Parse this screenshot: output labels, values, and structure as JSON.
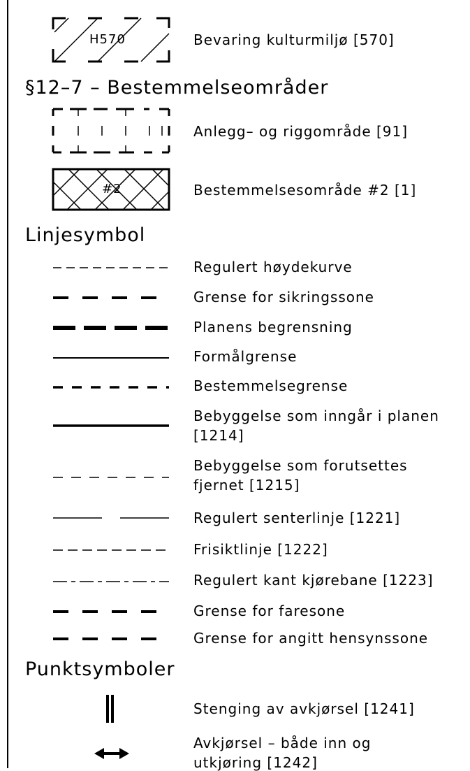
{
  "zones": {
    "bevaring": {
      "code": "H570",
      "label": "Bevaring kulturmiljø [570]"
    }
  },
  "section_12_7": {
    "heading": "§12–7 – Bestemmelseområder",
    "items": [
      {
        "label": "Anlegg– og riggområde [91]"
      },
      {
        "code": "#2",
        "label": "Bestemmelsesområde #2 [1]"
      }
    ]
  },
  "linjesymbol": {
    "heading": "Linjesymbol",
    "items": [
      {
        "label": "Regulert høydekurve"
      },
      {
        "label": "Grense for sikringssone"
      },
      {
        "label": "Planens begrensning"
      },
      {
        "label": "Formålgrense"
      },
      {
        "label": "Bestemmelsegrense"
      },
      {
        "label_line1": "Bebyggelse som inngår i planen",
        "label_line2": "[1214]"
      },
      {
        "label_line1": "Bebyggelse som forutsettes",
        "label_line2": "fjernet [1215]"
      },
      {
        "label": "Regulert senterlinje [1221]"
      },
      {
        "label": "Frisiktlinje [1222]"
      },
      {
        "label": "Regulert kant kjørebane [1223]"
      },
      {
        "label": "Grense for faresone"
      },
      {
        "label": "Grense for angitt hensynssone"
      }
    ]
  },
  "punktsymboler": {
    "heading": "Punktsymboler",
    "items": [
      {
        "label": "Stenging av avkjørsel [1241]"
      },
      {
        "label_line1": "Avkjørsel – både inn og",
        "label_line2": "utkjøring [1242]"
      }
    ]
  }
}
